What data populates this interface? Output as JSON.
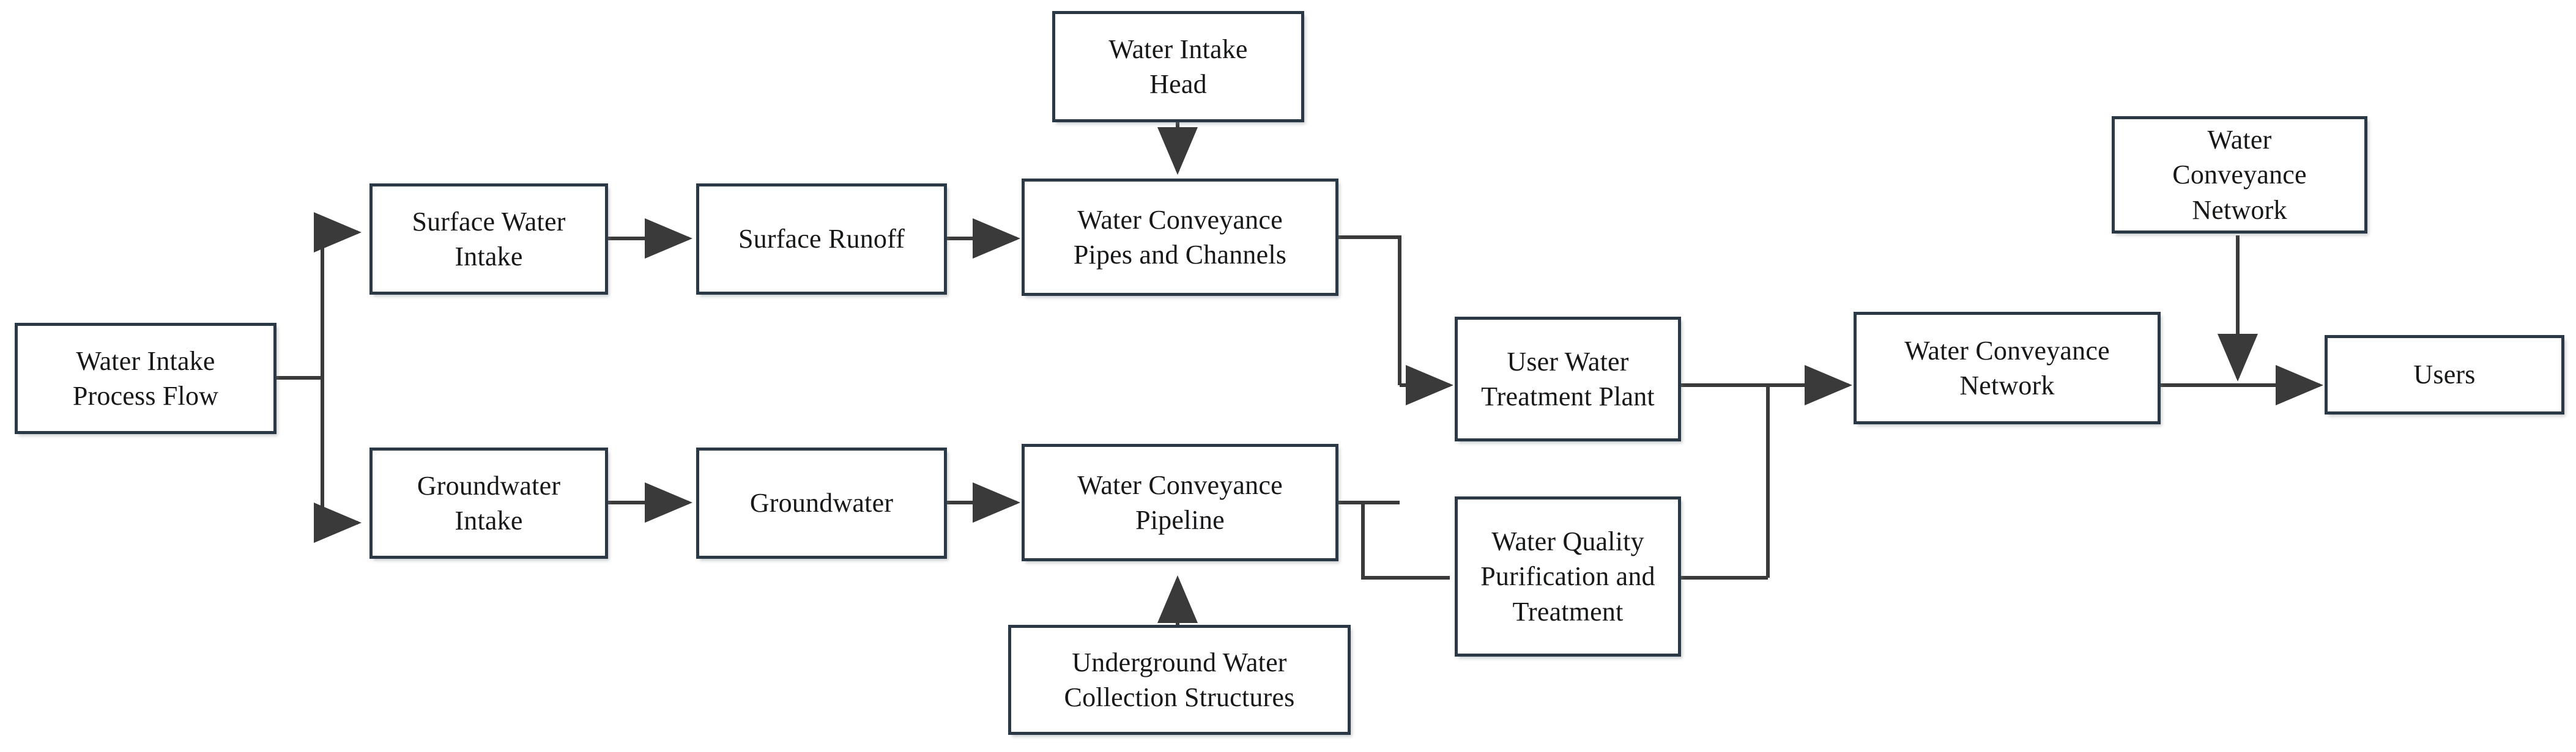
{
  "diagram": {
    "title": "Water Intake Process Flow",
    "type": "flowchart",
    "orientation": "left-to-right",
    "background_color": "#ffffff",
    "node_border_color": "#2b3946",
    "node_fill_color": "#ffffff",
    "edge_color": "#3a3a3a",
    "text_color": "#16181a",
    "nodes": [
      {
        "id": "process_flow",
        "label": "Water Intake\nProcess Flow"
      },
      {
        "id": "surface_intake",
        "label": "Surface Water\nIntake"
      },
      {
        "id": "surface_runoff",
        "label": "Surface Runoff"
      },
      {
        "id": "intake_head",
        "label": "Water Intake\nHead"
      },
      {
        "id": "pipes_channels",
        "label": "Water Conveyance\nPipes and Channels"
      },
      {
        "id": "groundwater_intake",
        "label": "Groundwater\nIntake"
      },
      {
        "id": "groundwater",
        "label": "Groundwater"
      },
      {
        "id": "conveyance_pipeline",
        "label": "Water Conveyance\nPipeline"
      },
      {
        "id": "underground_struct",
        "label": "Underground Water\nCollection Structures"
      },
      {
        "id": "treatment_plant",
        "label": "User Water\nTreatment Plant"
      },
      {
        "id": "quality_treatment",
        "label": "Water Quality\nPurification and\nTreatment"
      },
      {
        "id": "conveyance_network_top",
        "label": "Water\nConveyance\nNetwork"
      },
      {
        "id": "conveyance_network",
        "label": "Water Conveyance\nNetwork"
      },
      {
        "id": "users",
        "label": "Users"
      }
    ],
    "edges": [
      {
        "from": "process_flow",
        "to": "surface_intake",
        "style": "orthogonal",
        "arrow": true
      },
      {
        "from": "process_flow",
        "to": "groundwater_intake",
        "style": "orthogonal",
        "arrow": true
      },
      {
        "from": "surface_intake",
        "to": "surface_runoff",
        "style": "straight",
        "arrow": true
      },
      {
        "from": "surface_runoff",
        "to": "pipes_channels",
        "style": "straight",
        "arrow": true
      },
      {
        "from": "intake_head",
        "to": "pipes_channels",
        "style": "straight",
        "arrow": true
      },
      {
        "from": "groundwater_intake",
        "to": "groundwater",
        "style": "straight",
        "arrow": true
      },
      {
        "from": "groundwater",
        "to": "conveyance_pipeline",
        "style": "straight",
        "arrow": true
      },
      {
        "from": "underground_struct",
        "to": "conveyance_pipeline",
        "style": "straight",
        "arrow": true
      },
      {
        "from": "pipes_channels",
        "to": "treatment_plant",
        "style": "orthogonal",
        "arrow": true
      },
      {
        "from": "conveyance_pipeline",
        "to": "treatment_plant",
        "style": "orthogonal",
        "arrow": true
      },
      {
        "from": "conveyance_pipeline",
        "to": "quality_treatment",
        "style": "orthogonal",
        "arrow": false
      },
      {
        "from": "treatment_plant",
        "to": "conveyance_network",
        "style": "orthogonal",
        "arrow": true
      },
      {
        "from": "quality_treatment",
        "to": "conveyance_network",
        "style": "orthogonal",
        "arrow": true
      },
      {
        "from": "conveyance_network",
        "to": "users",
        "style": "straight",
        "arrow": true
      },
      {
        "from": "conveyance_network_top",
        "to": "users",
        "style": "straight",
        "arrow": true
      }
    ]
  }
}
